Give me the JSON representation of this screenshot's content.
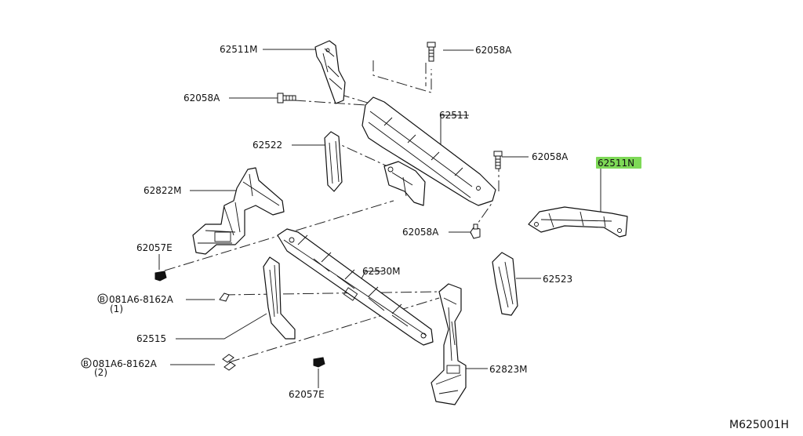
{
  "callouts": {
    "c62511M": "62511M",
    "c62058A_top": "62058A",
    "c62058A_left": "62058A",
    "c62511": "62511",
    "c62522": "62522",
    "c62058A_right": "62058A",
    "c62511N": "62511N",
    "c62822M": "62822M",
    "c62058A_mid": "62058A",
    "c62057E_left": "62057E",
    "c62530M": "62530M",
    "c62523": "62523",
    "bolt1_code": "081A6-8162A",
    "bolt1_qty": "(1)",
    "bolt2_code": "081A6-8162A",
    "bolt2_qty": "(2)",
    "c62515": "62515",
    "c62823M": "62823M",
    "c62057E_bottom": "62057E"
  },
  "bolt_marker": "B",
  "diagram_ref": "M625001H",
  "highlight_color": "#7ed957"
}
